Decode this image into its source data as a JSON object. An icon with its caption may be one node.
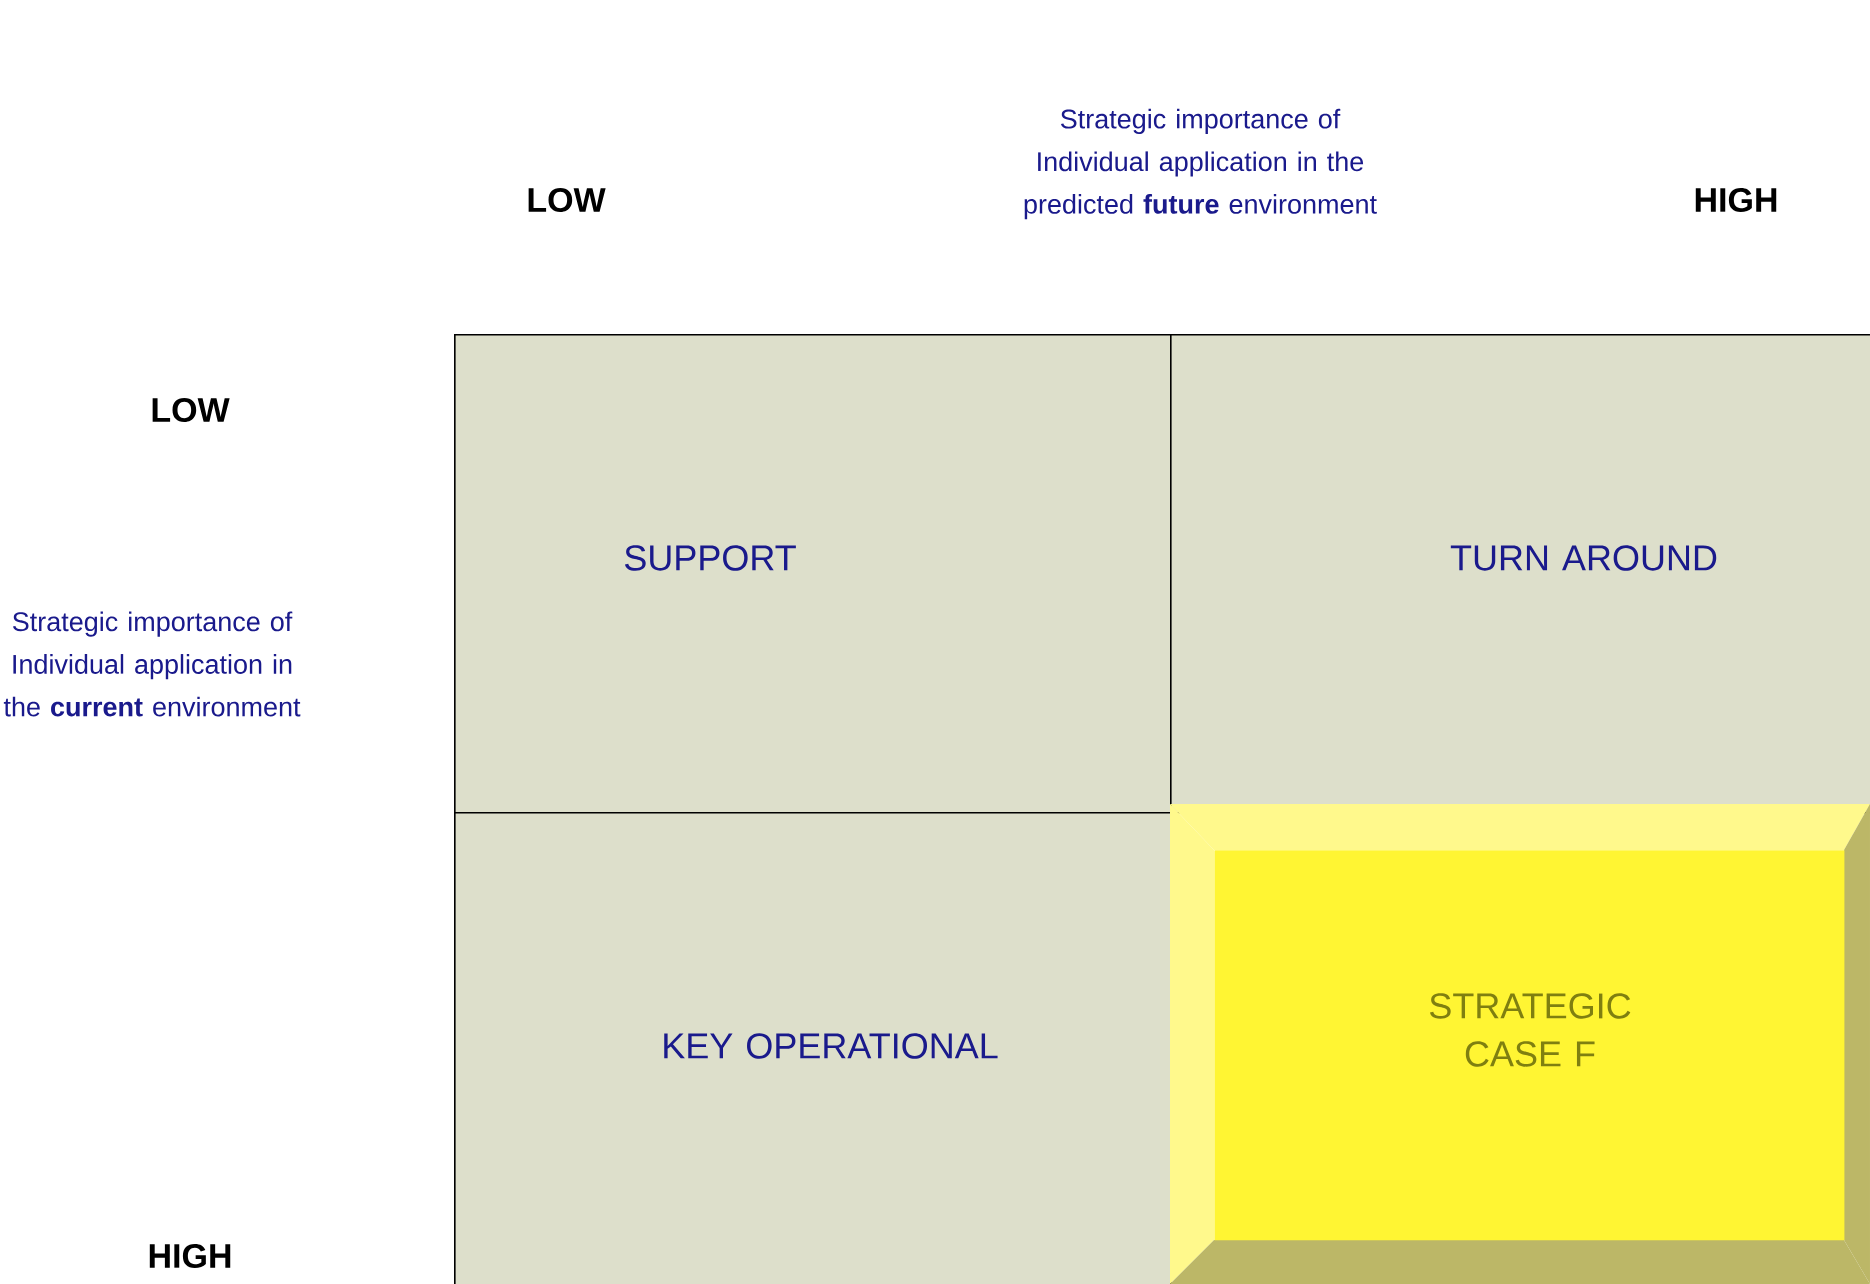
{
  "diagram": {
    "nodes": [
      {
        "text": [
          "SUPPORT"
        ]
      },
      {
        "text": [
          "TURN AROUND"
        ]
      },
      {
        "text": [
          "KEY OPERATIONAL"
        ]
      },
      {
        "text": [
          "STRATEGIC CASE F"
        ]
      }
    ],
    "labels": [
      "LOW",
      "Strategic importance of Individual application in the predicted **future** environment",
      "HIGH",
      "LOW",
      "Strategic importance of Individual application in the **current** environment",
      "HIGH"
    ]
  }
}
